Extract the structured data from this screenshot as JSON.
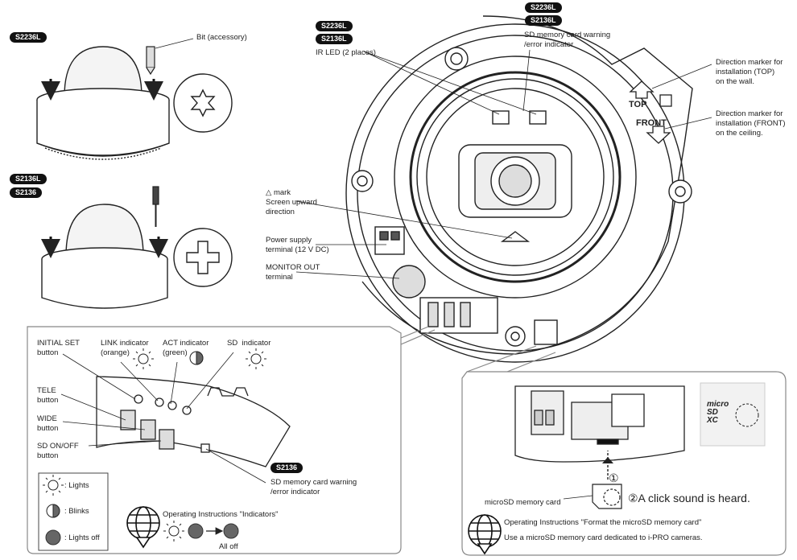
{
  "badges": {
    "top_left": "S2236L",
    "top_mid_1": "S2236L",
    "top_mid_2": "S2136L",
    "top_right_1": "S2236L",
    "top_right_2": "S2136L",
    "left_mid_1": "S2136L",
    "left_mid_2": "S2136",
    "inset": "S2136"
  },
  "labels": {
    "bit": "Bit (accessory)",
    "ir_led": "IR LED (2 places)",
    "sd_warning_top": "SD memory card warning\n/error indicator",
    "dir_top": "Direction marker for\ninstallation (TOP)\non the wall.",
    "dir_front": "Direction marker for\ninstallation (FRONT)\non the ceiling.",
    "screen_mark": "△ mark\nScreen upward\ndirection",
    "power": "Power supply\nterminal (12 V DC)",
    "monitor": "MONITOR OUT\nterminal",
    "initial_set": "INITIAL SET\nbutton",
    "link": "LINK indicator\n(orange)",
    "act": "ACT indicator\n(green)",
    "sd_ind": "SD  indicator",
    "tele": "TELE\nbutton",
    "wide": "WIDE\nbutton",
    "sd_onoff": "SD ON/OFF\nbutton",
    "sd_warning_inset": "SD memory card warning\n/error indicator",
    "microsd": "microSD memory card",
    "click": "②A click sound is heard.",
    "step1": "①",
    "dir_top_mark": "TOP",
    "dir_front_mark": "FRONT"
  },
  "legend": {
    "lights": ": Lights",
    "blinks": ": Blinks",
    "off": ": Lights off"
  },
  "refs": {
    "indicators": "Operating Instructions \"Indicators\"",
    "all_off": "All off",
    "format": "Operating Instructions \"Format the microSD memory card\"",
    "dedicated": "Use a microSD memory card dedicated to i-PRO cameras."
  },
  "sdcard_logo": "micro\nSD\nXC"
}
